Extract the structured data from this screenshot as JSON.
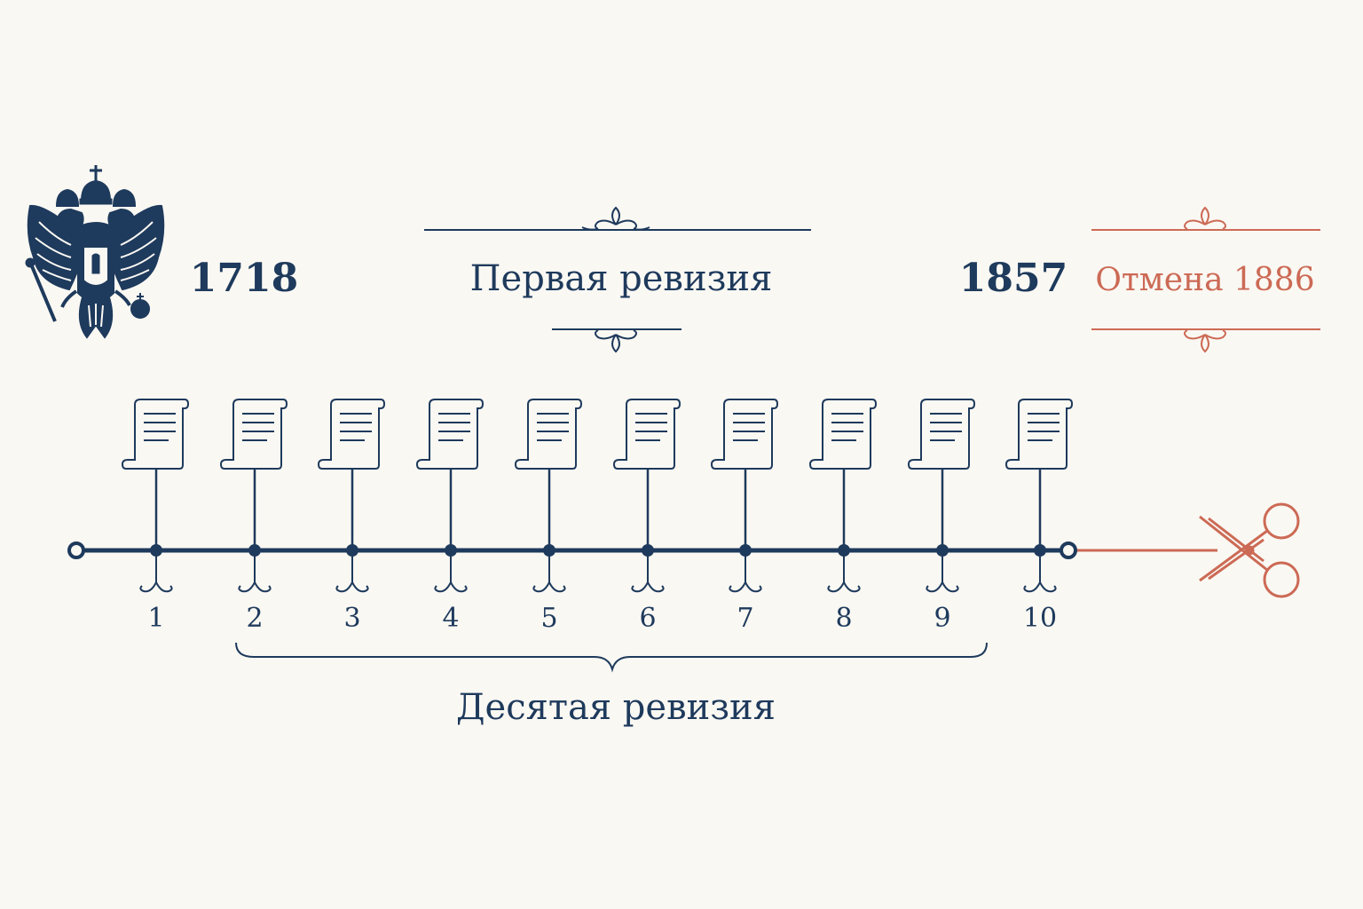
{
  "header": {
    "start_year": "1718",
    "first_revision_label": "Первая ревизия",
    "end_year": "1857",
    "abolition_label": "Отмена 1886"
  },
  "timeline": {
    "revisions": [
      {
        "number": "1"
      },
      {
        "number": "2"
      },
      {
        "number": "3"
      },
      {
        "number": "4"
      },
      {
        "number": "5"
      },
      {
        "number": "6"
      },
      {
        "number": "7"
      },
      {
        "number": "8"
      },
      {
        "number": "9"
      },
      {
        "number": "10"
      }
    ],
    "brace_label": "Десятая ревизия"
  },
  "icons": {
    "emblem": "double-headed-eagle-icon",
    "document": "scroll-document-icon",
    "cut": "scissors-icon"
  },
  "colors": {
    "navy": "#1e3a5c",
    "accent_red": "#cc6a55",
    "background": "#faf8f3"
  }
}
